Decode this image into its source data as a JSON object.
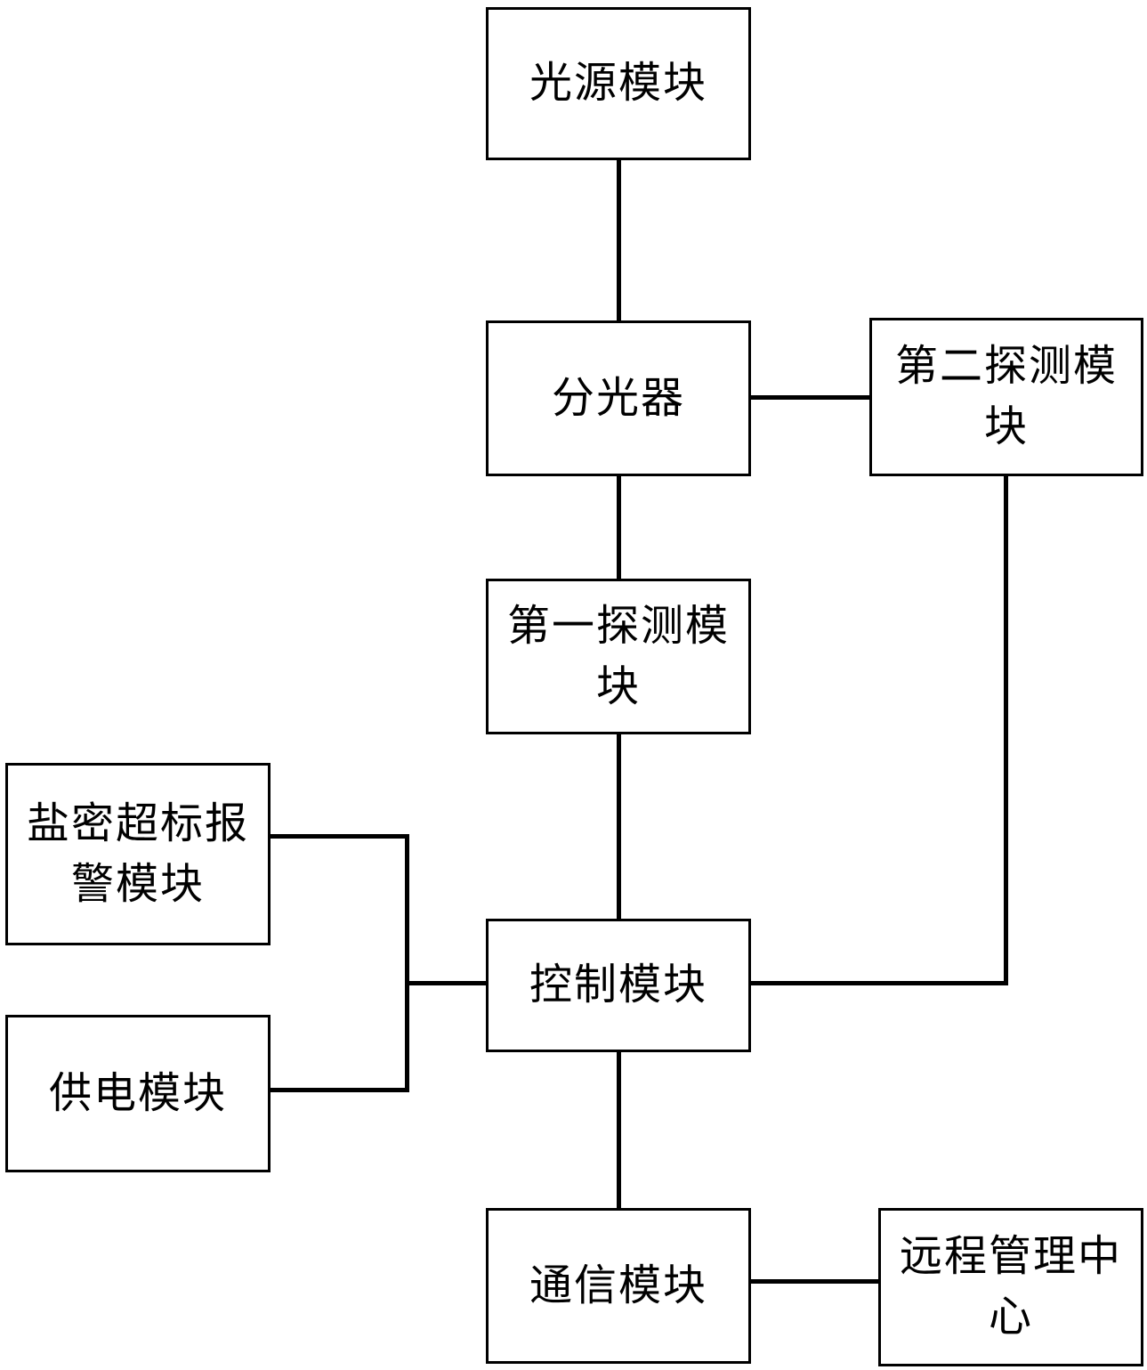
{
  "diagram": {
    "type": "block-diagram",
    "colors": {
      "line": "#000000",
      "background": "#ffffff",
      "text": "#000000"
    },
    "nodes": {
      "light_source": {
        "label": "光源模块",
        "lines": [
          "光源模块"
        ]
      },
      "beam_splitter": {
        "label": "分光器",
        "lines": [
          "分光器"
        ]
      },
      "second_detection": {
        "label": "第二探测模块",
        "lines": [
          "第二探测模",
          "块"
        ]
      },
      "first_detection": {
        "label": "第一探测模块",
        "lines": [
          "第一探测模",
          "块"
        ]
      },
      "salt_alarm": {
        "label": "盐密超标报警模块",
        "lines": [
          "盐密超标报",
          "警模块"
        ]
      },
      "control": {
        "label": "控制模块",
        "lines": [
          "控制模块"
        ]
      },
      "power": {
        "label": "供电模块",
        "lines": [
          "供电模块"
        ]
      },
      "communication": {
        "label": "通信模块",
        "lines": [
          "通信模块"
        ]
      },
      "remote_center": {
        "label": "远程管理中心",
        "lines": [
          "远程管理中",
          "心"
        ]
      }
    },
    "edges": [
      {
        "from": "光源模块",
        "to": "分光器"
      },
      {
        "from": "分光器",
        "to": "第二探测模块"
      },
      {
        "from": "分光器",
        "to": "第一探测模块"
      },
      {
        "from": "第一探测模块",
        "to": "控制模块"
      },
      {
        "from": "第二探测模块",
        "to": "控制模块"
      },
      {
        "from": "盐密超标报警模块",
        "to": "控制模块"
      },
      {
        "from": "供电模块",
        "to": "控制模块"
      },
      {
        "from": "控制模块",
        "to": "通信模块"
      },
      {
        "from": "通信模块",
        "to": "远程管理中心"
      }
    ]
  }
}
